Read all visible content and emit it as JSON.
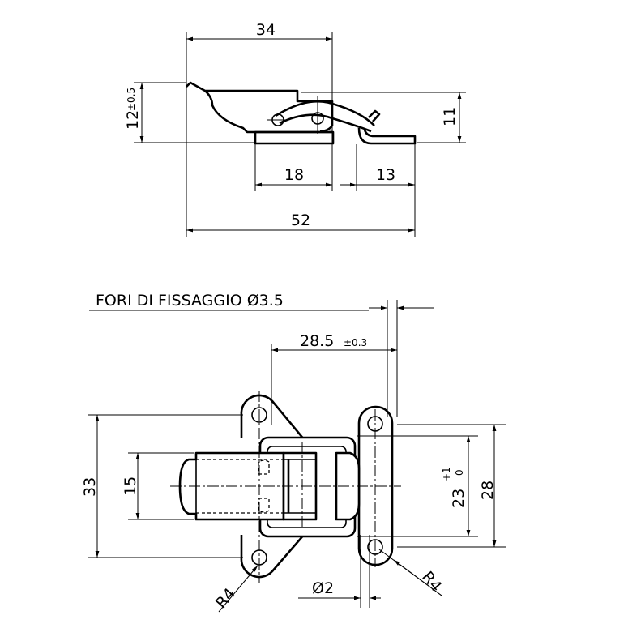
{
  "top_view": {
    "dim_overall_top": "34",
    "dim_height_left": "12",
    "dim_height_left_tol": "±0.5",
    "dim_height_right": "11",
    "dim_base": "18",
    "dim_keeper": "13",
    "dim_overall_bottom": "52"
  },
  "plan_view": {
    "note": "FORI DI FISSAGGIO Ø3.5",
    "dim_hole_spacing": "28.5",
    "dim_hole_spacing_tol": "±0.3",
    "dim_height_outer": "33",
    "dim_lever_width": "15",
    "dim_keeper_inner": "23",
    "dim_keeper_inner_tol_upper": "+1",
    "dim_keeper_inner_tol_lower": "0",
    "dim_keeper_outer": "28",
    "radius_left": "R4",
    "radius_right": "R4",
    "dim_wire": "Ø2"
  }
}
